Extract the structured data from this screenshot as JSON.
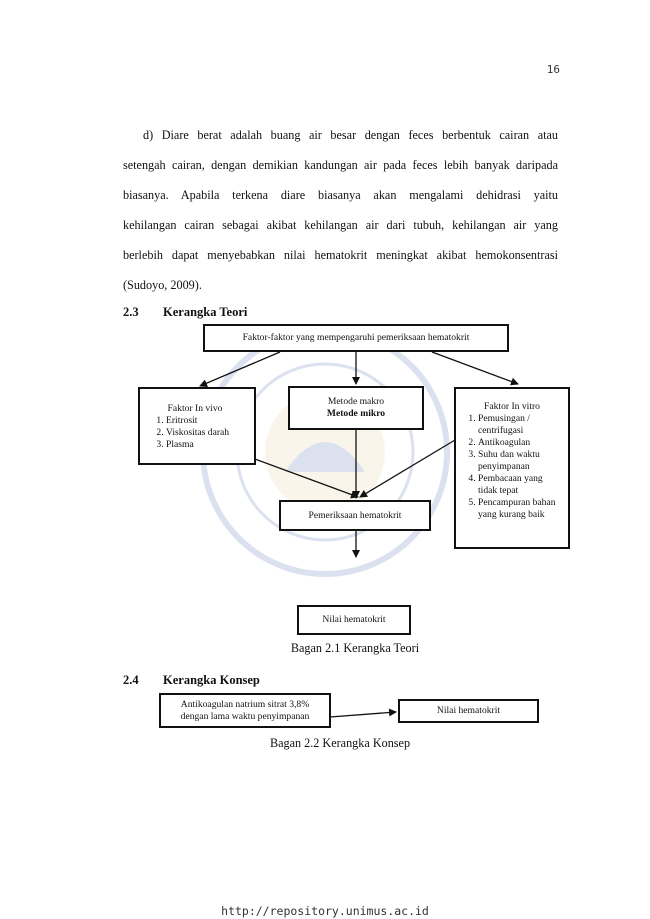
{
  "page": {
    "number": "16",
    "footer_url": "http://repository.unimus.ac.id"
  },
  "paragraph": {
    "lines": [
      "d)  Diare berat adalah buang air besar dengan feces berbentuk cairan atau",
      "setengah cairan, dengan demikian kandungan air pada feces lebih banyak daripada",
      "biasanya. Apabila terkena diare biasanya akan mengalami dehidrasi yaitu",
      "kehilangan cairan sebagai akibat kehilangan air dari tubuh, kehilangan air yang",
      "berlebih dapat menyebabkan nilai hematokrit meningkat akibat hemokonsentrasi",
      "(Sudoyo, 2009)."
    ]
  },
  "section_23": {
    "number": "2.3",
    "title": "Kerangka Teori"
  },
  "teori": {
    "top_box": "Faktor-faktor yang mempengaruhi pemeriksaan hematokrit",
    "in_vivo": {
      "title": "Faktor In vivo",
      "items": [
        "Eritrosit",
        "Viskositas darah",
        "Plasma"
      ]
    },
    "metode": {
      "line1": "Metode makro",
      "line2": "Metode mikro"
    },
    "in_vitro": {
      "title": "Faktor In vitro",
      "items": [
        "Pemusingan / centrifugasi",
        "Antikoagulan",
        "Suhu dan waktu penyimpanan",
        "Pembacaan yang tidak tepat",
        "Pencampuran bahan yang kurang baik"
      ]
    },
    "pemeriksaan": "Pemeriksaan hematokrit",
    "nilai": "Nilai hematokrit",
    "caption": "Bagan 2.1 Kerangka Teori"
  },
  "section_24": {
    "number": "2.4",
    "title": "Kerangka Konsep"
  },
  "konsep": {
    "left_box_line1": "Antikoagulan natrium sitrat 3,8%",
    "left_box_line2": "dengan lama waktu penyimpanan",
    "right_box": "Nilai hematokrit",
    "caption": "Bagan 2.2 Kerangka Konsep"
  }
}
